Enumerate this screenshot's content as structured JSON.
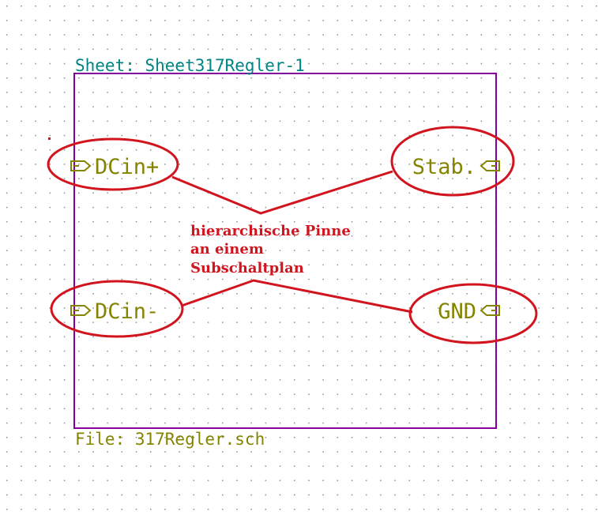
{
  "sheet": {
    "name_label": "Sheet: Sheet317Regler-1",
    "file_label": "File: 317Regler.sch"
  },
  "pins": {
    "dcin_plus": "DCin+",
    "dcin_minus": "DCin-",
    "stab": "Stab.",
    "gnd": "GND"
  },
  "annotation": {
    "line1": "hierarchische Pinne",
    "line2": "an einem",
    "line3": "Subschaltplan"
  },
  "colors": {
    "background": "#ffffff",
    "grid_dot": "#8c8c8c",
    "sheet_border": "#84009c",
    "sheet_name": "#008484",
    "sheet_file": "#848400",
    "pin_text": "#848400",
    "annotation": "#d2141e"
  }
}
